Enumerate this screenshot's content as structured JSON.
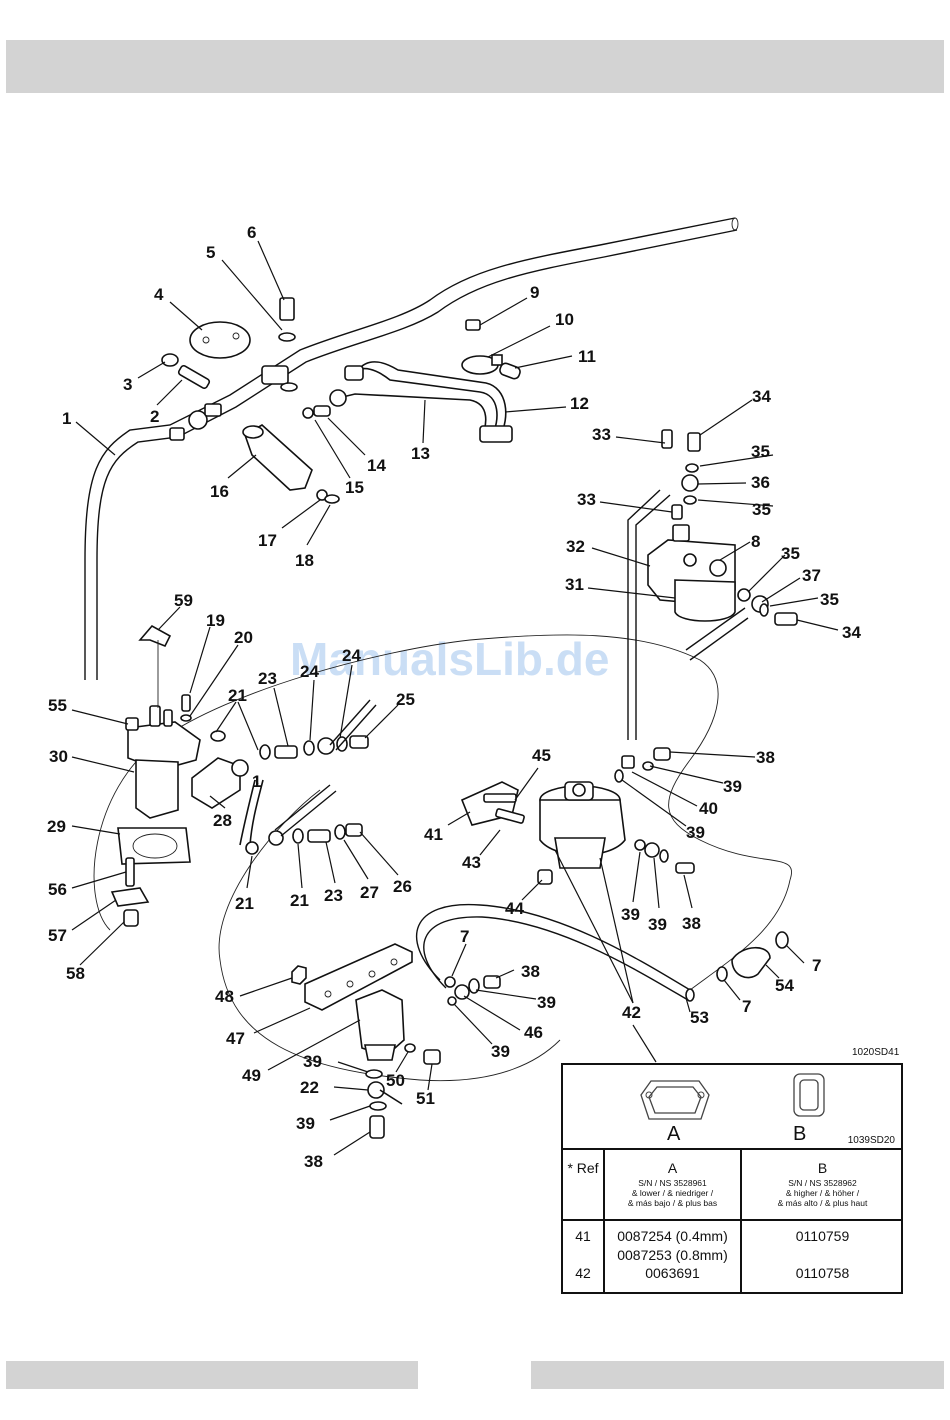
{
  "watermark": "ManualsLib.de",
  "drawing_codes": {
    "main": "1020SD41",
    "inset": "1039SD20"
  },
  "callouts": [
    {
      "n": "1",
      "id": "c1a"
    },
    {
      "n": "1",
      "id": "c1b"
    },
    {
      "n": "2",
      "id": "c2"
    },
    {
      "n": "3",
      "id": "c3"
    },
    {
      "n": "4",
      "id": "c4"
    },
    {
      "n": "5",
      "id": "c5"
    },
    {
      "n": "6",
      "id": "c6"
    },
    {
      "n": "7",
      "id": "c7a"
    },
    {
      "n": "7",
      "id": "c7b"
    },
    {
      "n": "7",
      "id": "c7c"
    },
    {
      "n": "8",
      "id": "c8"
    },
    {
      "n": "9",
      "id": "c9"
    },
    {
      "n": "10",
      "id": "c10"
    },
    {
      "n": "11",
      "id": "c11"
    },
    {
      "n": "12",
      "id": "c12"
    },
    {
      "n": "13",
      "id": "c13"
    },
    {
      "n": "14",
      "id": "c14"
    },
    {
      "n": "15",
      "id": "c15"
    },
    {
      "n": "16",
      "id": "c16"
    },
    {
      "n": "17",
      "id": "c17"
    },
    {
      "n": "18",
      "id": "c18"
    },
    {
      "n": "19",
      "id": "c19"
    },
    {
      "n": "20",
      "id": "c20"
    },
    {
      "n": "21",
      "id": "c21a"
    },
    {
      "n": "21",
      "id": "c21b"
    },
    {
      "n": "21",
      "id": "c21c"
    },
    {
      "n": "22",
      "id": "c22"
    },
    {
      "n": "23",
      "id": "c23a"
    },
    {
      "n": "23",
      "id": "c23b"
    },
    {
      "n": "24",
      "id": "c24a"
    },
    {
      "n": "24",
      "id": "c24b"
    },
    {
      "n": "25",
      "id": "c25"
    },
    {
      "n": "26",
      "id": "c26"
    },
    {
      "n": "27",
      "id": "c27"
    },
    {
      "n": "28",
      "id": "c28"
    },
    {
      "n": "29",
      "id": "c29"
    },
    {
      "n": "30",
      "id": "c30"
    },
    {
      "n": "31",
      "id": "c31"
    },
    {
      "n": "32",
      "id": "c32"
    },
    {
      "n": "33",
      "id": "c33a"
    },
    {
      "n": "33",
      "id": "c33b"
    },
    {
      "n": "34",
      "id": "c34a"
    },
    {
      "n": "34",
      "id": "c34b"
    },
    {
      "n": "35",
      "id": "c35a"
    },
    {
      "n": "35",
      "id": "c35b"
    },
    {
      "n": "35",
      "id": "c35c"
    },
    {
      "n": "35",
      "id": "c35d"
    },
    {
      "n": "36",
      "id": "c36"
    },
    {
      "n": "37",
      "id": "c37"
    },
    {
      "n": "38",
      "id": "c38a"
    },
    {
      "n": "38",
      "id": "c38b"
    },
    {
      "n": "38",
      "id": "c38c"
    },
    {
      "n": "38",
      "id": "c38d"
    },
    {
      "n": "39",
      "id": "c39a"
    },
    {
      "n": "39",
      "id": "c39b"
    },
    {
      "n": "39",
      "id": "c39c"
    },
    {
      "n": "39",
      "id": "c39d"
    },
    {
      "n": "39",
      "id": "c39e"
    },
    {
      "n": "39",
      "id": "c39f"
    },
    {
      "n": "39",
      "id": "c39g"
    },
    {
      "n": "39",
      "id": "c39h"
    },
    {
      "n": "40",
      "id": "c40"
    },
    {
      "n": "41",
      "id": "c41"
    },
    {
      "n": "42",
      "id": "c42"
    },
    {
      "n": "43",
      "id": "c43"
    },
    {
      "n": "44",
      "id": "c44"
    },
    {
      "n": "45",
      "id": "c45"
    },
    {
      "n": "46",
      "id": "c46"
    },
    {
      "n": "47",
      "id": "c47"
    },
    {
      "n": "48",
      "id": "c48"
    },
    {
      "n": "49",
      "id": "c49"
    },
    {
      "n": "50",
      "id": "c50"
    },
    {
      "n": "51",
      "id": "c51"
    },
    {
      "n": "53",
      "id": "c53"
    },
    {
      "n": "54",
      "id": "c54"
    },
    {
      "n": "55",
      "id": "c55"
    },
    {
      "n": "56",
      "id": "c56"
    },
    {
      "n": "57",
      "id": "c57"
    },
    {
      "n": "58",
      "id": "c58"
    },
    {
      "n": "59",
      "id": "c59"
    }
  ],
  "table": {
    "gasket_a": "A",
    "gasket_b": "B",
    "header": {
      "ref": "* Ref",
      "col_a": "A",
      "col_a_sn": "S/N / NS 3528961",
      "col_a_l1": "& lower / & niedriger /",
      "col_a_l2": "& más bajo / & plus bas",
      "col_b": "B",
      "col_b_sn": "S/N / NS 3528962",
      "col_b_l1": "& higher / & höher /",
      "col_b_l2": "& más alto / & plus haut"
    },
    "rows": [
      {
        "ref": "41",
        "a": "0087254 (0.4mm)",
        "a2": "0087253 (0.8mm)",
        "b": "0110759"
      },
      {
        "ref": "42",
        "a": "0063691",
        "b": "0110758"
      }
    ]
  }
}
